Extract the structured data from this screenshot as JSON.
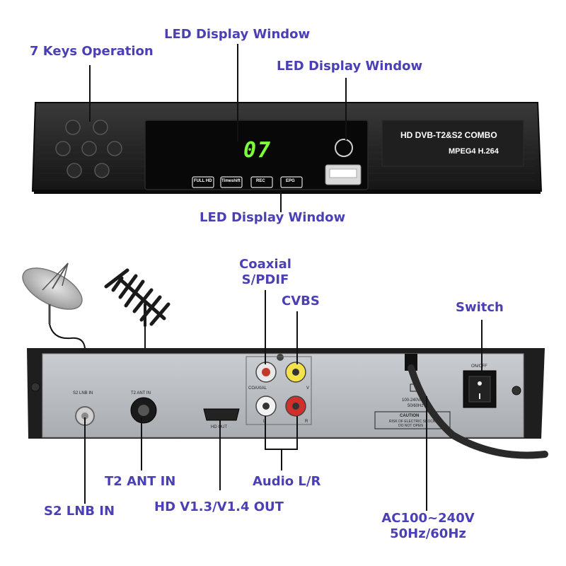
{
  "labels": {
    "keys_operation": "7 Keys Operation",
    "led_top_1": "LED Display Window",
    "led_top_2": "LED Display Window",
    "led_bottom": "LED Display Window",
    "coaxial_line1": "Coaxial",
    "coaxial_line2": "S/PDIF",
    "cvbs": "CVBS",
    "switch": "Switch",
    "t2_ant_in": "T2 ANT IN",
    "audio_lr": "Audio L/R",
    "s2_lnb_in": "S2 LNB IN",
    "hd_out": "HD V1.3/V1.4 OUT",
    "ac_line1": "AC100~240V",
    "ac_line2": "50Hz/60Hz"
  },
  "front_panel": {
    "model_text": "HD DVB-T2&S2 COMBO",
    "codec_text": "MPEG4 H.264",
    "led_digits": "07",
    "badges": [
      "FULL HD",
      "Timeshift",
      "REC",
      "EPG"
    ]
  },
  "rear_panel": {
    "s2_lnb_label": "S2 LNB IN",
    "t2_ant_label": "T2 ANT IN",
    "hd_out_label": "HD OUT",
    "coaxial_label": "COAXIAL",
    "v_label": "V",
    "l_label": "L",
    "r_label": "R",
    "power_rating": "100-240VAC",
    "power_freq": "50/60Hz",
    "caution_title": "CAUTION",
    "caution_text": "RISK OF ELECTRIC SHOCK",
    "caution_text2": "DO NOT OPEN",
    "switch_label": "ON/OFF"
  },
  "colors": {
    "label": "#4b3fb5",
    "device": "#1c1c1c",
    "rear_plate": "#b9bdc2",
    "led": "#7dff3a"
  }
}
